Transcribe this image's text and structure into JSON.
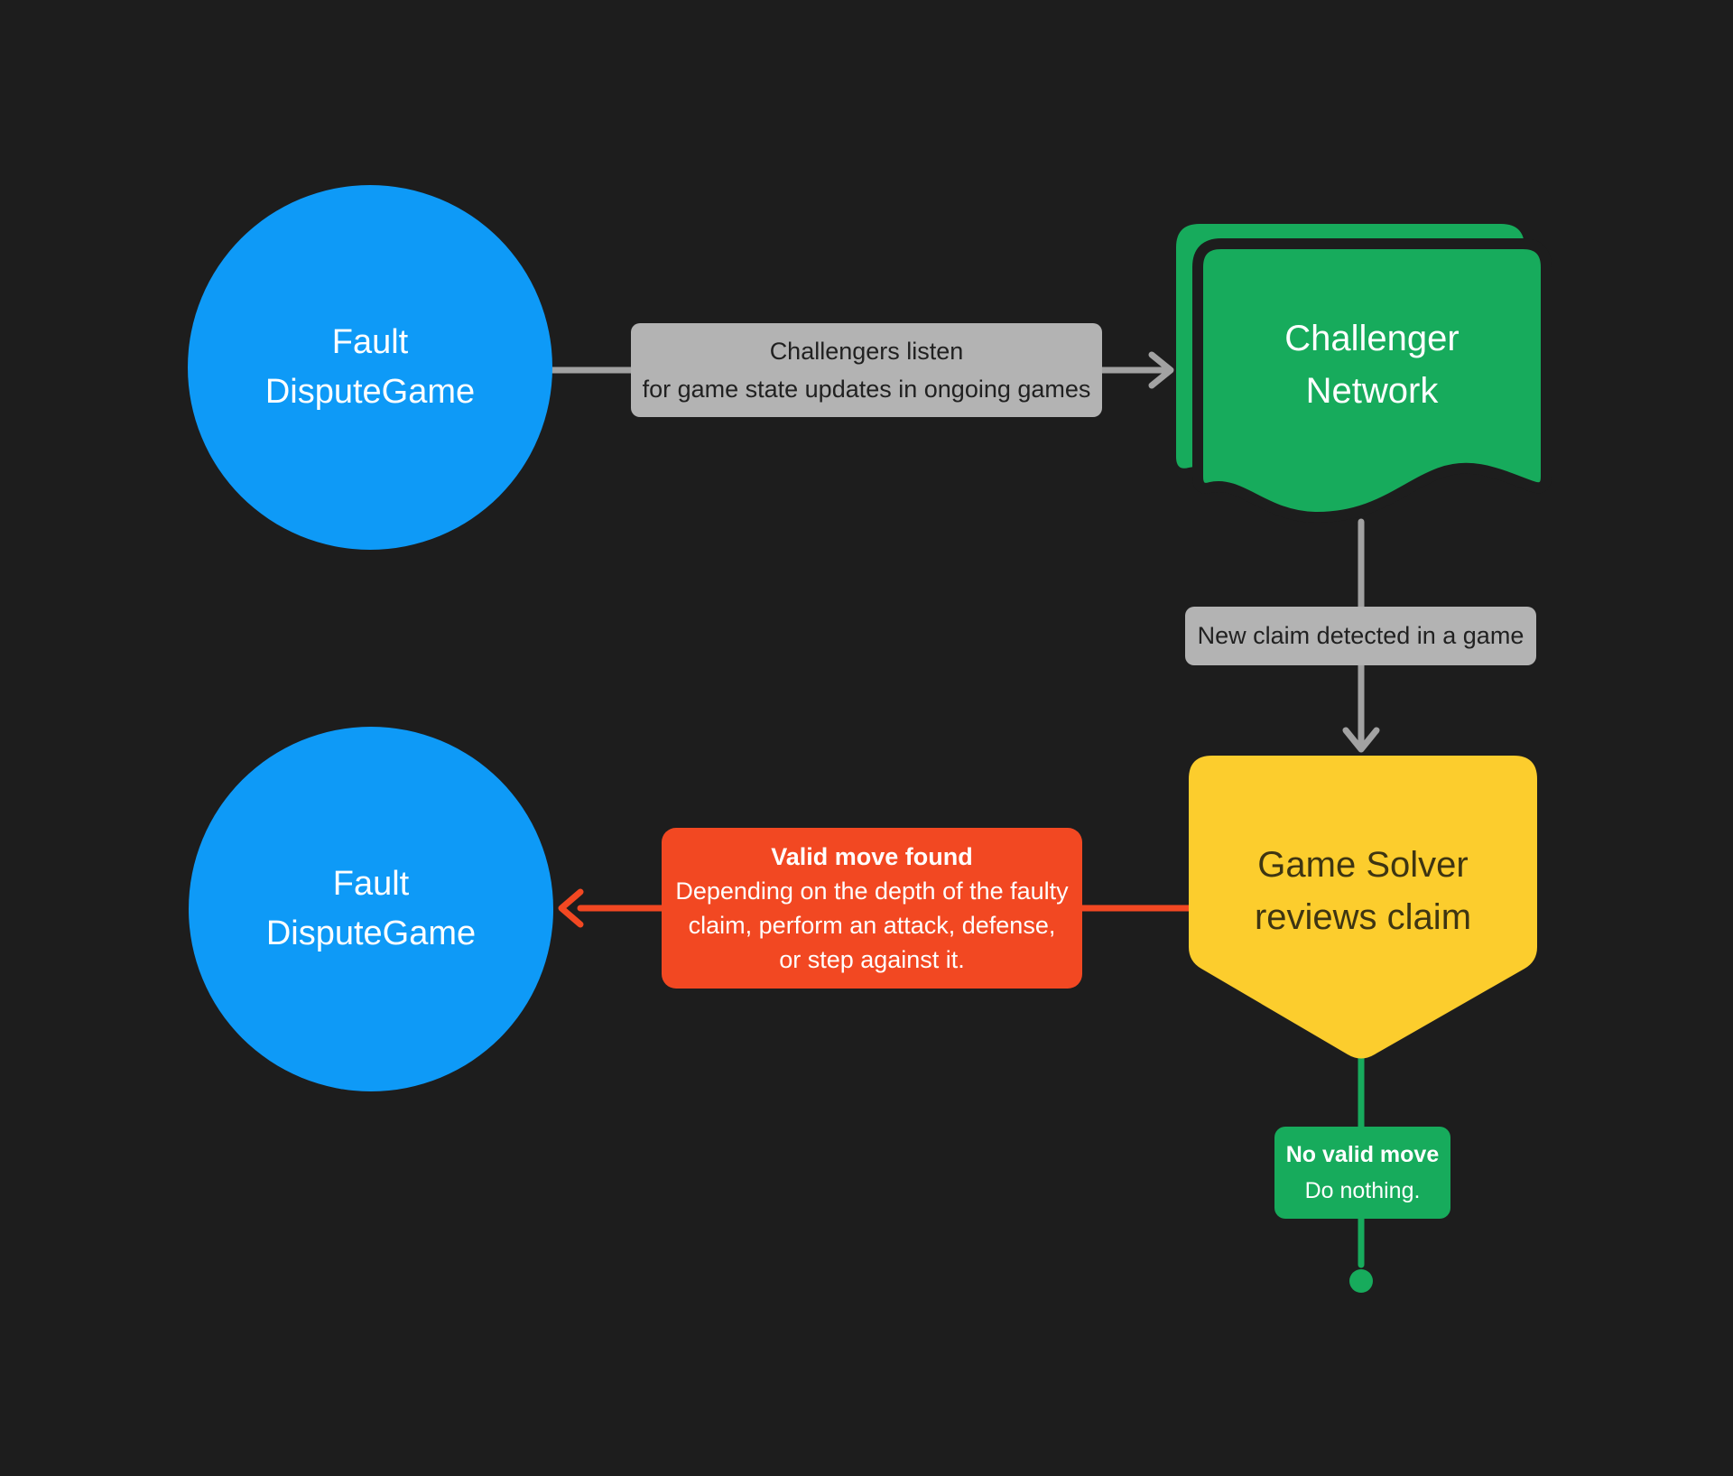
{
  "colors": {
    "canvas": "#1D1D1D",
    "blue": "#0E9AF7",
    "green": "#17AB5C",
    "yellow": "#FCCD2D",
    "red": "#F24822",
    "label_bg": "#B3B3B3",
    "label_text": "#212121",
    "connector": "#A2A2A2",
    "white_text": "#FFFFFF",
    "yellow_shape_text": "#3E3512"
  },
  "nodes": {
    "fault_dispute_game_top": {
      "line1": "Fault",
      "line2": "DisputeGame"
    },
    "challenger_network": {
      "line1": "Challenger",
      "line2": "Network"
    },
    "game_solver": {
      "line1": "Game Solver",
      "line2": "reviews claim"
    },
    "fault_dispute_game_bottom": {
      "line1": "Fault",
      "line2": "DisputeGame"
    }
  },
  "edges": {
    "listen": {
      "line1": "Challengers listen",
      "line2": "for game state updates in ongoing games"
    },
    "new_claim": {
      "label": "New claim detected in a game"
    },
    "valid_move": {
      "title": "Valid move found",
      "line1": "Depending on the depth of the faulty",
      "line2": "claim, perform an attack, defense,",
      "line3": "or step against it."
    },
    "no_valid_move": {
      "title": "No valid move",
      "body": "Do nothing."
    }
  }
}
